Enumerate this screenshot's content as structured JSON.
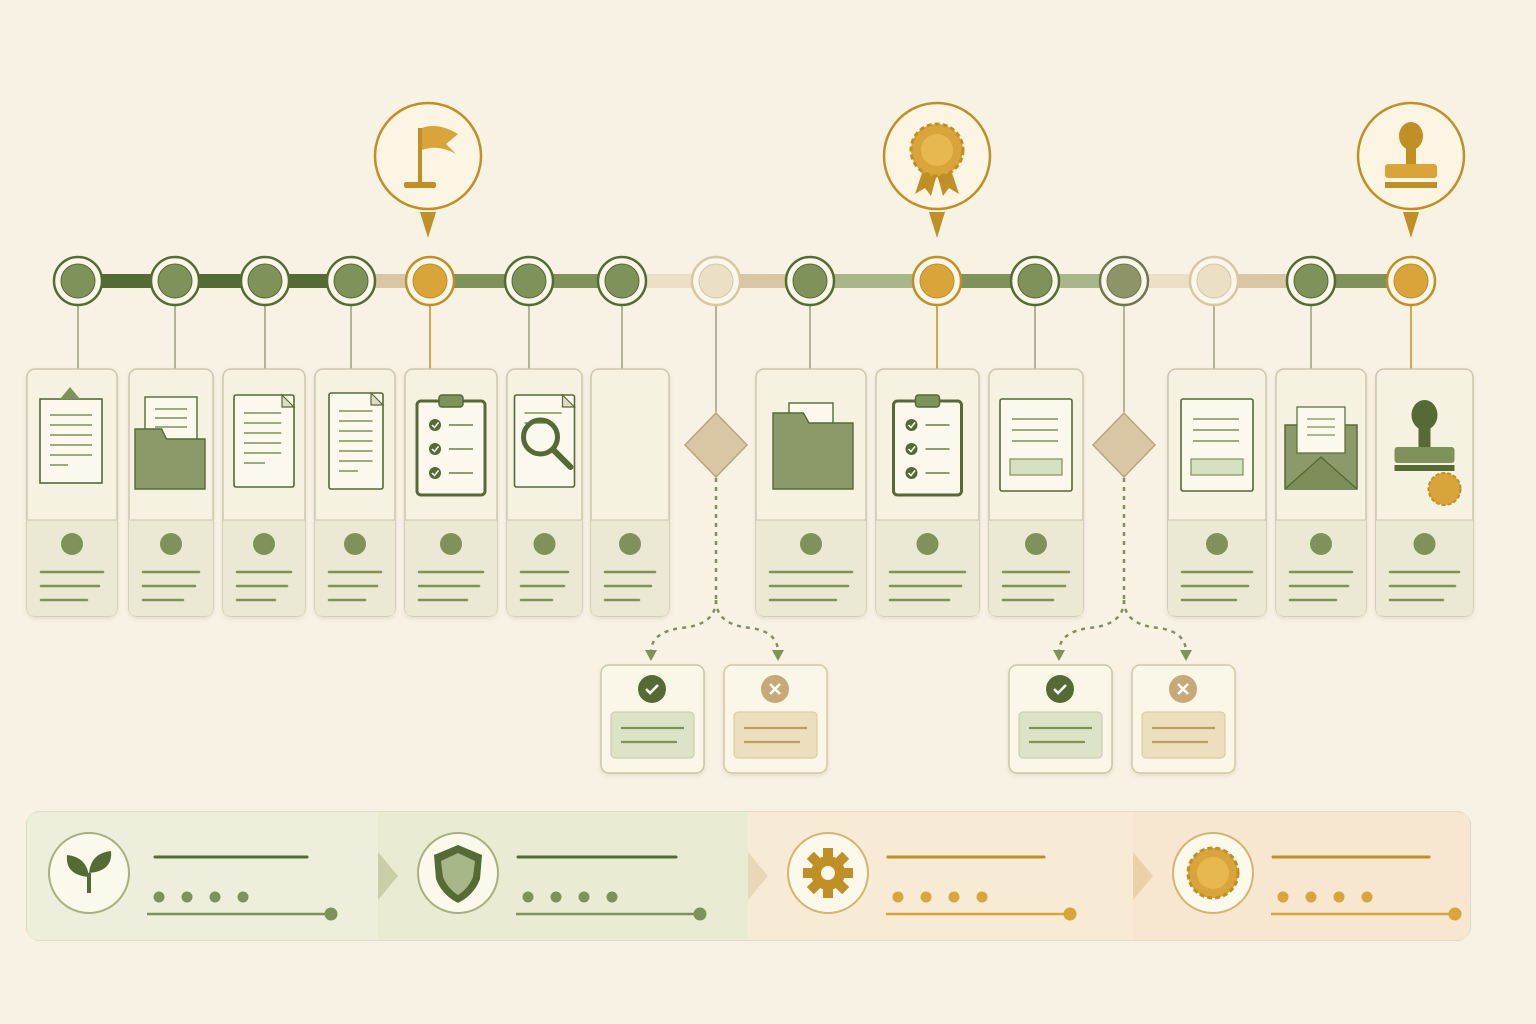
{
  "colors": {
    "background": "#f8f2e5",
    "green_dark": "#556b34",
    "green_mid": "#7e925a",
    "green_light": "#a7b78a",
    "gold": "#d9a53a",
    "gold_dark": "#c08f26",
    "beige": "#d8c6a4",
    "beige_light": "#ebdfc6",
    "card_bg": "#f6f2e2",
    "card_border": "#cbc7ac",
    "card_footer": "#ebe8d3"
  },
  "timeline": {
    "nodes": [
      {
        "state": "done"
      },
      {
        "state": "done"
      },
      {
        "state": "done"
      },
      {
        "state": "done"
      },
      {
        "state": "milestone",
        "milestone_icon": "flag-icon"
      },
      {
        "state": "done"
      },
      {
        "state": "done"
      },
      {
        "state": "pending"
      },
      {
        "state": "done"
      },
      {
        "state": "milestone",
        "milestone_icon": "award-badge-icon"
      },
      {
        "state": "done"
      },
      {
        "state": "partial"
      },
      {
        "state": "pending"
      },
      {
        "state": "done"
      },
      {
        "state": "milestone",
        "milestone_icon": "stamp-icon"
      }
    ]
  },
  "steps": [
    {
      "kind": "card",
      "icon": "clipboard-document-icon"
    },
    {
      "kind": "card",
      "icon": "folder-document-icon"
    },
    {
      "kind": "card",
      "icon": "document-icon"
    },
    {
      "kind": "card",
      "icon": "document-list-icon"
    },
    {
      "kind": "card",
      "icon": "checklist-clipboard-icon"
    },
    {
      "kind": "card",
      "icon": "document-search-icon"
    },
    {
      "kind": "card",
      "icon": "blank-card-icon"
    },
    {
      "kind": "decision",
      "icon": "decision-diamond-icon"
    },
    {
      "kind": "card",
      "icon": "open-folder-icon"
    },
    {
      "kind": "card",
      "icon": "checklist-clipboard-icon"
    },
    {
      "kind": "card",
      "icon": "form-document-icon"
    },
    {
      "kind": "decision",
      "icon": "decision-diamond-icon"
    },
    {
      "kind": "card",
      "icon": "form-document-icon"
    },
    {
      "kind": "card",
      "icon": "envelope-letter-icon"
    },
    {
      "kind": "card",
      "icon": "stamp-seal-icon"
    }
  ],
  "branches": [
    {
      "outcomes": [
        {
          "type": "approve",
          "icon": "check-icon"
        },
        {
          "type": "reject",
          "icon": "x-icon"
        }
      ]
    },
    {
      "outcomes": [
        {
          "type": "approve",
          "icon": "check-icon"
        },
        {
          "type": "reject",
          "icon": "x-icon"
        }
      ]
    }
  ],
  "phases": [
    {
      "icon": "sprout-icon",
      "tone": "green",
      "progress_dots": 4
    },
    {
      "icon": "shield-icon",
      "tone": "green",
      "progress_dots": 4
    },
    {
      "icon": "gear-icon",
      "tone": "gold",
      "progress_dots": 4
    },
    {
      "icon": "seal-badge-icon",
      "tone": "gold",
      "progress_dots": 4
    }
  ]
}
